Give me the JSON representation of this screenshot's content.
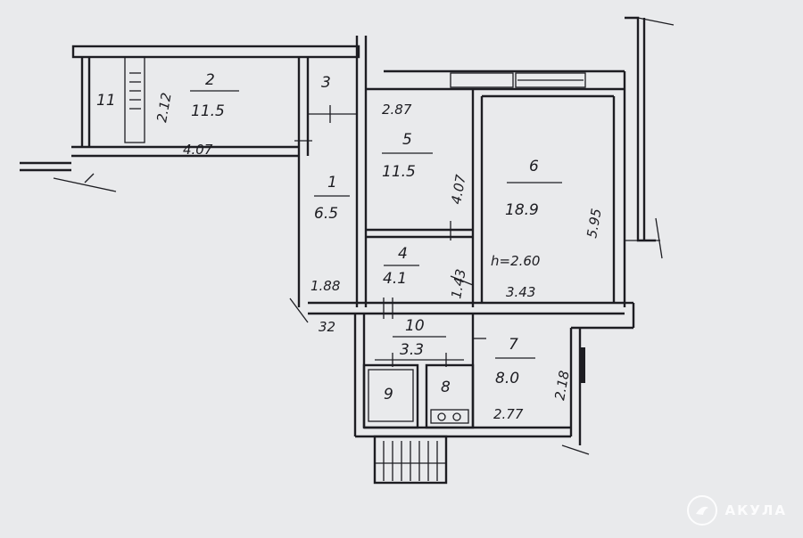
{
  "rooms": [
    {
      "number": "11",
      "area": ""
    },
    {
      "number": "2",
      "area": "11.5"
    },
    {
      "number": "3",
      "area": ""
    },
    {
      "number": "1",
      "area": "6.5"
    },
    {
      "number": "5",
      "area": "11.5"
    },
    {
      "number": "6",
      "area": "18.9"
    },
    {
      "number": "4",
      "area": "4.1"
    },
    {
      "number": "10",
      "area": "3.3"
    },
    {
      "number": "7",
      "area": "8.0"
    },
    {
      "number": "9",
      "area": ""
    },
    {
      "number": "8",
      "area": ""
    }
  ],
  "dimensions": {
    "d1": "2.12",
    "d2": "4.07",
    "d3": "2.87",
    "d4": "4.07",
    "d5": "5.95",
    "d6": "h=2.60",
    "d7": "3.43",
    "d8": "1.88",
    "d9": "1.43",
    "d10": "32",
    "d11": "2.18",
    "d12": "2.77"
  },
  "watermark": {
    "text": "АКУЛА",
    "icon": "shark-logo-icon"
  }
}
